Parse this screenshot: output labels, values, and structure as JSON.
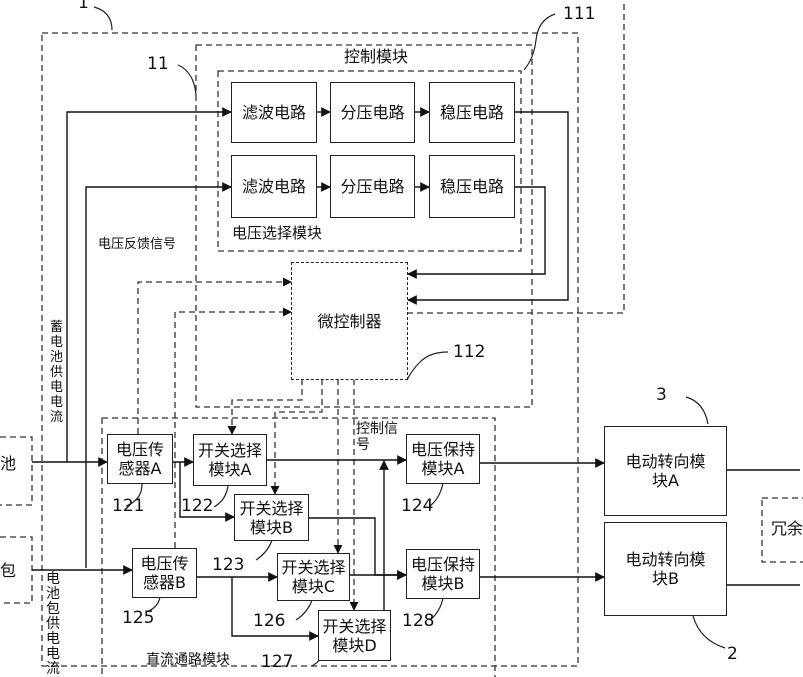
{
  "blocks": {
    "filter_1": "滤波电路",
    "divider_1": "分压电路",
    "regulator_1": "稳压电路",
    "filter_2": "滤波电路",
    "divider_2": "分压电路",
    "regulator_2": "稳压电路",
    "microcontroller": "微控制器",
    "sensor_a": "电压传感器A",
    "sensor_b": "电压传感器B",
    "switch_a": "开关选择模块A",
    "switch_b": "开关选择模块B",
    "switch_c": "开关选择模块C",
    "switch_d": "开关选择模块D",
    "hold_a": "电压保持模块A",
    "hold_b": "电压保持模块B",
    "steer_a": "电动转向模块A",
    "steer_b": "电动转向模块B",
    "redundant_partial": "冗余",
    "battery_left_1": "池",
    "battery_left_2": "包"
  },
  "labels": {
    "control_module": "控制模块",
    "voltage_select_module": "电压选择模块",
    "voltage_feedback": "电压反馈信号",
    "control_signal": "控制信号",
    "dc_path_module": "直流通路模块",
    "battery_current": "蓄电池供电电流",
    "pack_current": "电池包供电电流"
  },
  "numbers": {
    "n1": "1",
    "n11": "11",
    "n111": "111",
    "n112": "112",
    "n2": "2",
    "n3": "3",
    "n121": "121",
    "n122": "122",
    "n123": "123",
    "n124": "124",
    "n125": "125",
    "n126": "126",
    "n127": "127",
    "n128": "128"
  }
}
